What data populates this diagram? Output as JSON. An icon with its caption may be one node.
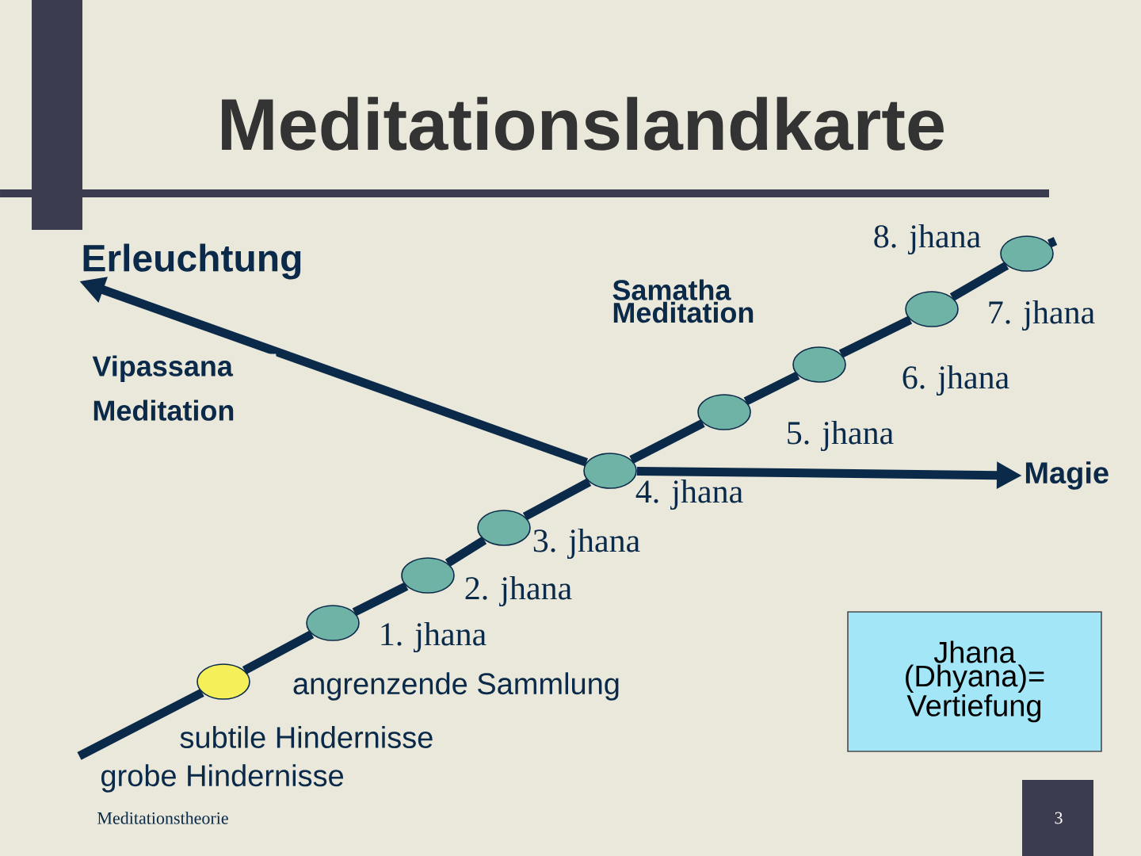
{
  "diagram": {
    "title": "Meditationslandkarte",
    "nodes": [
      {
        "text": [
          "Erleuchtung"
        ]
      },
      {
        "text": [
          "Magie"
        ]
      },
      {
        "text": [
          "Jhana (Dhyana)= Vertiefung"
        ]
      },
      {
        "text": [],
        "shape": "circle",
        "beside": [
          "angrenzende Sammlung"
        ]
      },
      {
        "text": [],
        "shape": "circle",
        "beside": [
          "1. jhana"
        ]
      },
      {
        "text": [],
        "shape": "circle",
        "beside": [
          "2. jhana"
        ]
      },
      {
        "text": [],
        "shape": "circle",
        "beside": [
          "3. jhana"
        ]
      },
      {
        "text": [],
        "shape": "circle",
        "beside": [
          "4. jhana"
        ]
      },
      {
        "text": [],
        "shape": "circle",
        "beside": [
          "5. jhana"
        ]
      },
      {
        "text": [],
        "shape": "circle",
        "beside": [
          "6. jhana"
        ]
      },
      {
        "text": [],
        "shape": "circle",
        "beside": [
          "7. jhana"
        ]
      },
      {
        "text": [],
        "shape": "circle",
        "beside": [
          "8. jhana"
        ]
      }
    ],
    "edges": [
      {
        "from": null,
        "to": 3,
        "arrow": "none"
      },
      {
        "from": 3,
        "to": 4,
        "arrow": "none"
      },
      {
        "from": 4,
        "to": 5,
        "arrow": "none"
      },
      {
        "from": 5,
        "to": 6,
        "arrow": "none"
      },
      {
        "from": 6,
        "to": 7,
        "arrow": "none"
      },
      {
        "from": 7,
        "to": 8,
        "arrow": "none"
      },
      {
        "from": 8,
        "to": 9,
        "arrow": "none"
      },
      {
        "from": 9,
        "to": 10,
        "arrow": "none"
      },
      {
        "from": 10,
        "to": 11,
        "arrow": "none"
      },
      {
        "from": 11,
        "to": null,
        "arrow": "none"
      },
      {
        "from": 7,
        "to": 0,
        "arrow": "to",
        "label": "Vipassana Meditation"
      },
      {
        "from": 7,
        "to": 1,
        "arrow": "to"
      }
    ],
    "labels": [
      "Samatha Meditation",
      "subtile Hindernisse",
      "grobe Hindernisse",
      "Meditationstheorie",
      "3"
    ]
  }
}
